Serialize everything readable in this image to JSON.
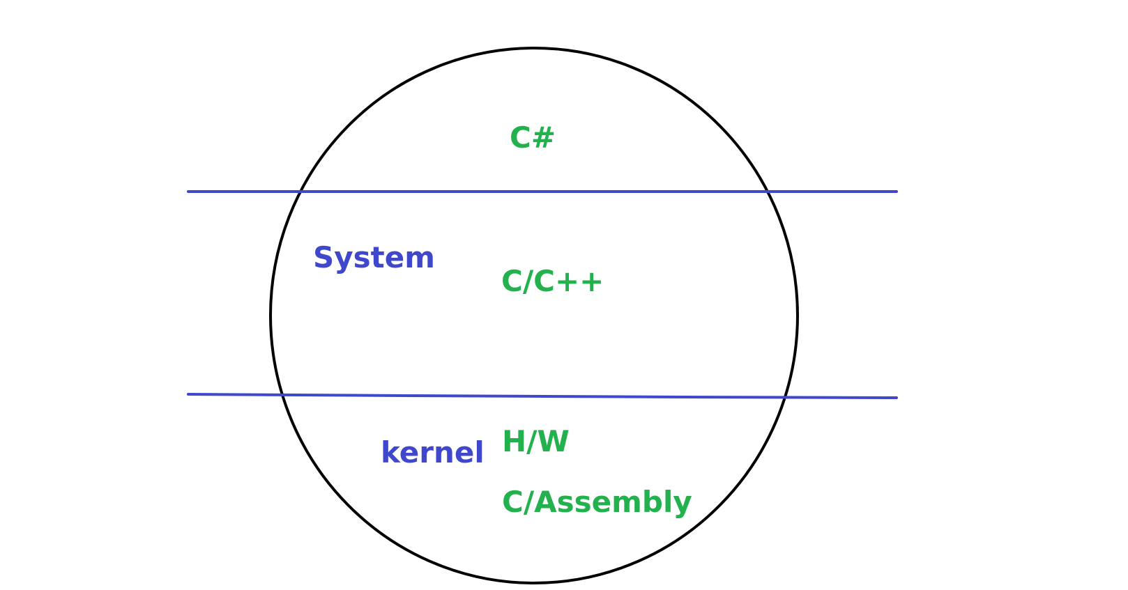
{
  "colors": {
    "background": "#ffffff",
    "circle": "#000000",
    "divider": "#3f48cc",
    "layer_label": "#3f48cc",
    "language_label": "#22b14c"
  },
  "layer_labels": {
    "system": "System",
    "kernel": "kernel"
  },
  "language_labels": {
    "top": "C#",
    "middle": "C/C++",
    "bottom_1": "H/W",
    "bottom_2": "C/Assembly"
  }
}
